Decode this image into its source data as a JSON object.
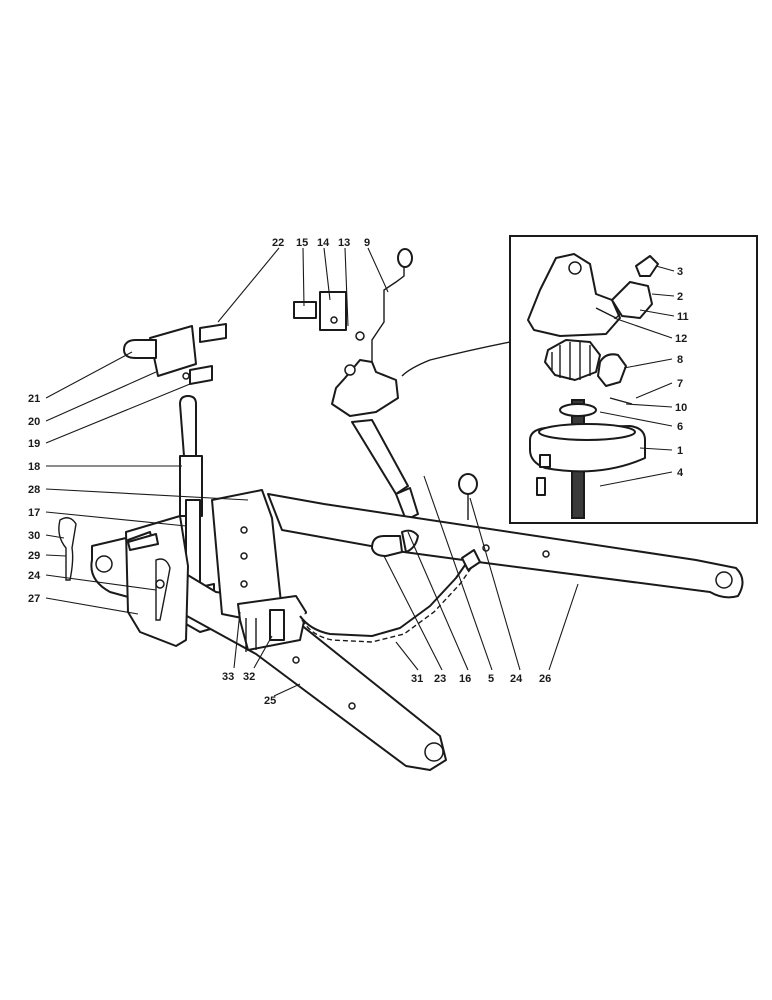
{
  "diagram": {
    "line_color": "#1a1a1a",
    "background": "#ffffff",
    "callouts": {
      "c3": "3",
      "c2": "2",
      "c11": "11",
      "c12": "12",
      "c8": "8",
      "c7": "7",
      "c10": "10",
      "c6": "6",
      "c1": "1",
      "c4": "4",
      "c22": "22",
      "c15": "15",
      "c14": "14",
      "c13": "13",
      "c9": "9",
      "c21": "21",
      "c20": "20",
      "c19": "19",
      "c18": "18",
      "c28": "28",
      "c17": "17",
      "c30": "30",
      "c29": "29",
      "c24a": "24",
      "c27": "27",
      "c33": "33",
      "c32": "32",
      "c25": "25",
      "c31": "31",
      "c23": "23",
      "c16": "16",
      "c5": "5",
      "c24b": "24",
      "c26": "26"
    }
  }
}
